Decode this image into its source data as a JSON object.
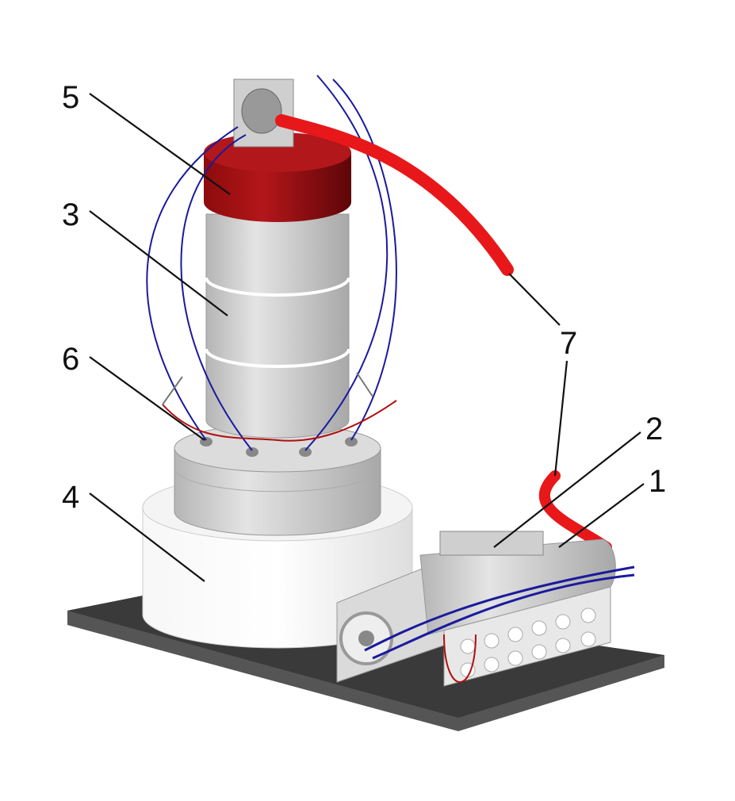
{
  "diagram": {
    "labels": [
      {
        "id": "1",
        "text": "1"
      },
      {
        "id": "2",
        "text": "2"
      },
      {
        "id": "3",
        "text": "3"
      },
      {
        "id": "4",
        "text": "4"
      },
      {
        "id": "5",
        "text": "5"
      },
      {
        "id": "6",
        "text": "6"
      },
      {
        "id": "7",
        "text": "7"
      }
    ],
    "colors": {
      "cap": "#a50d10",
      "cable": "#e8171a",
      "wire_blue": "#1a1a9e",
      "wire_red": "#b01010",
      "plate": "#3a3a3a",
      "metal": "#c9c9c9",
      "base": "#f2f2f2"
    }
  }
}
